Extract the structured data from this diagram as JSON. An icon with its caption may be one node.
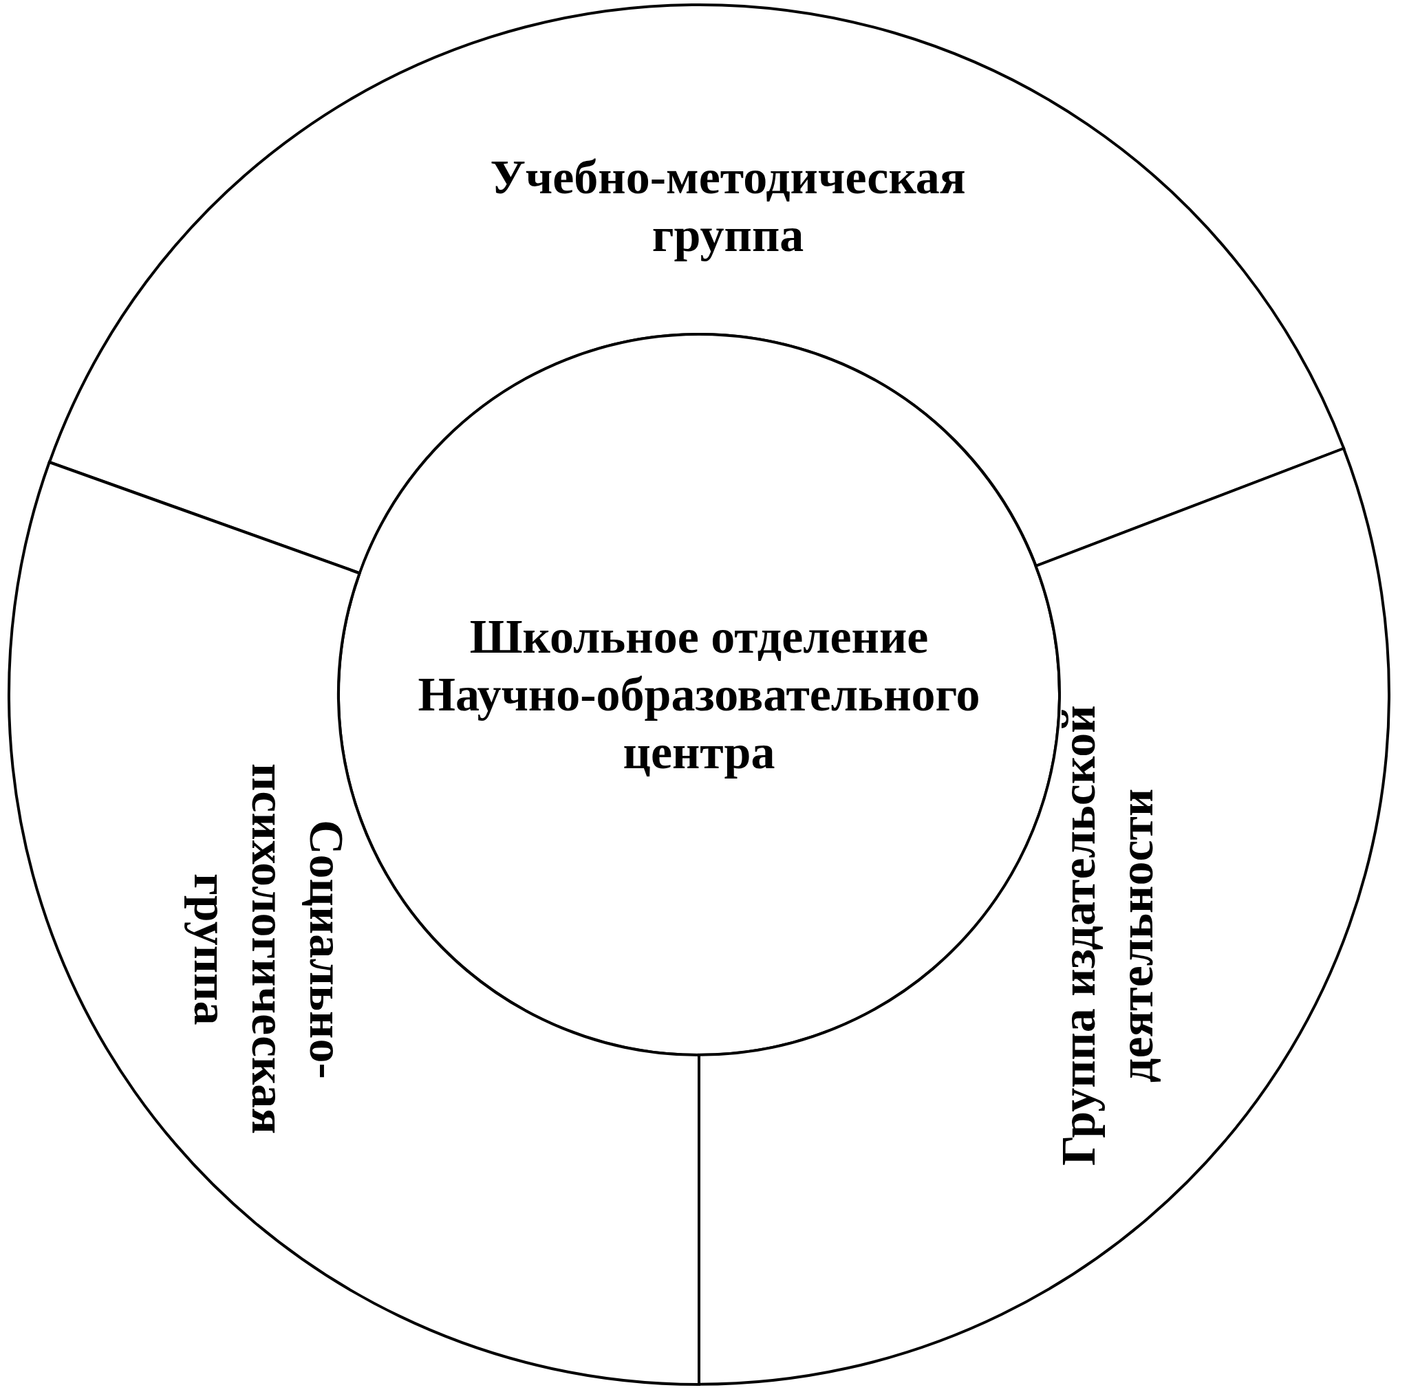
{
  "diagram": {
    "nodes": [
      {
        "text": [
          "Учебно-методическая группа"
        ]
      },
      {
        "text": [
          "Школьное отделение Научно-образовательного центра"
        ]
      },
      {
        "text": [
          "Социально-психологическая группа"
        ]
      },
      {
        "text": [
          "Группа издательской деятельности"
        ]
      }
    ]
  }
}
